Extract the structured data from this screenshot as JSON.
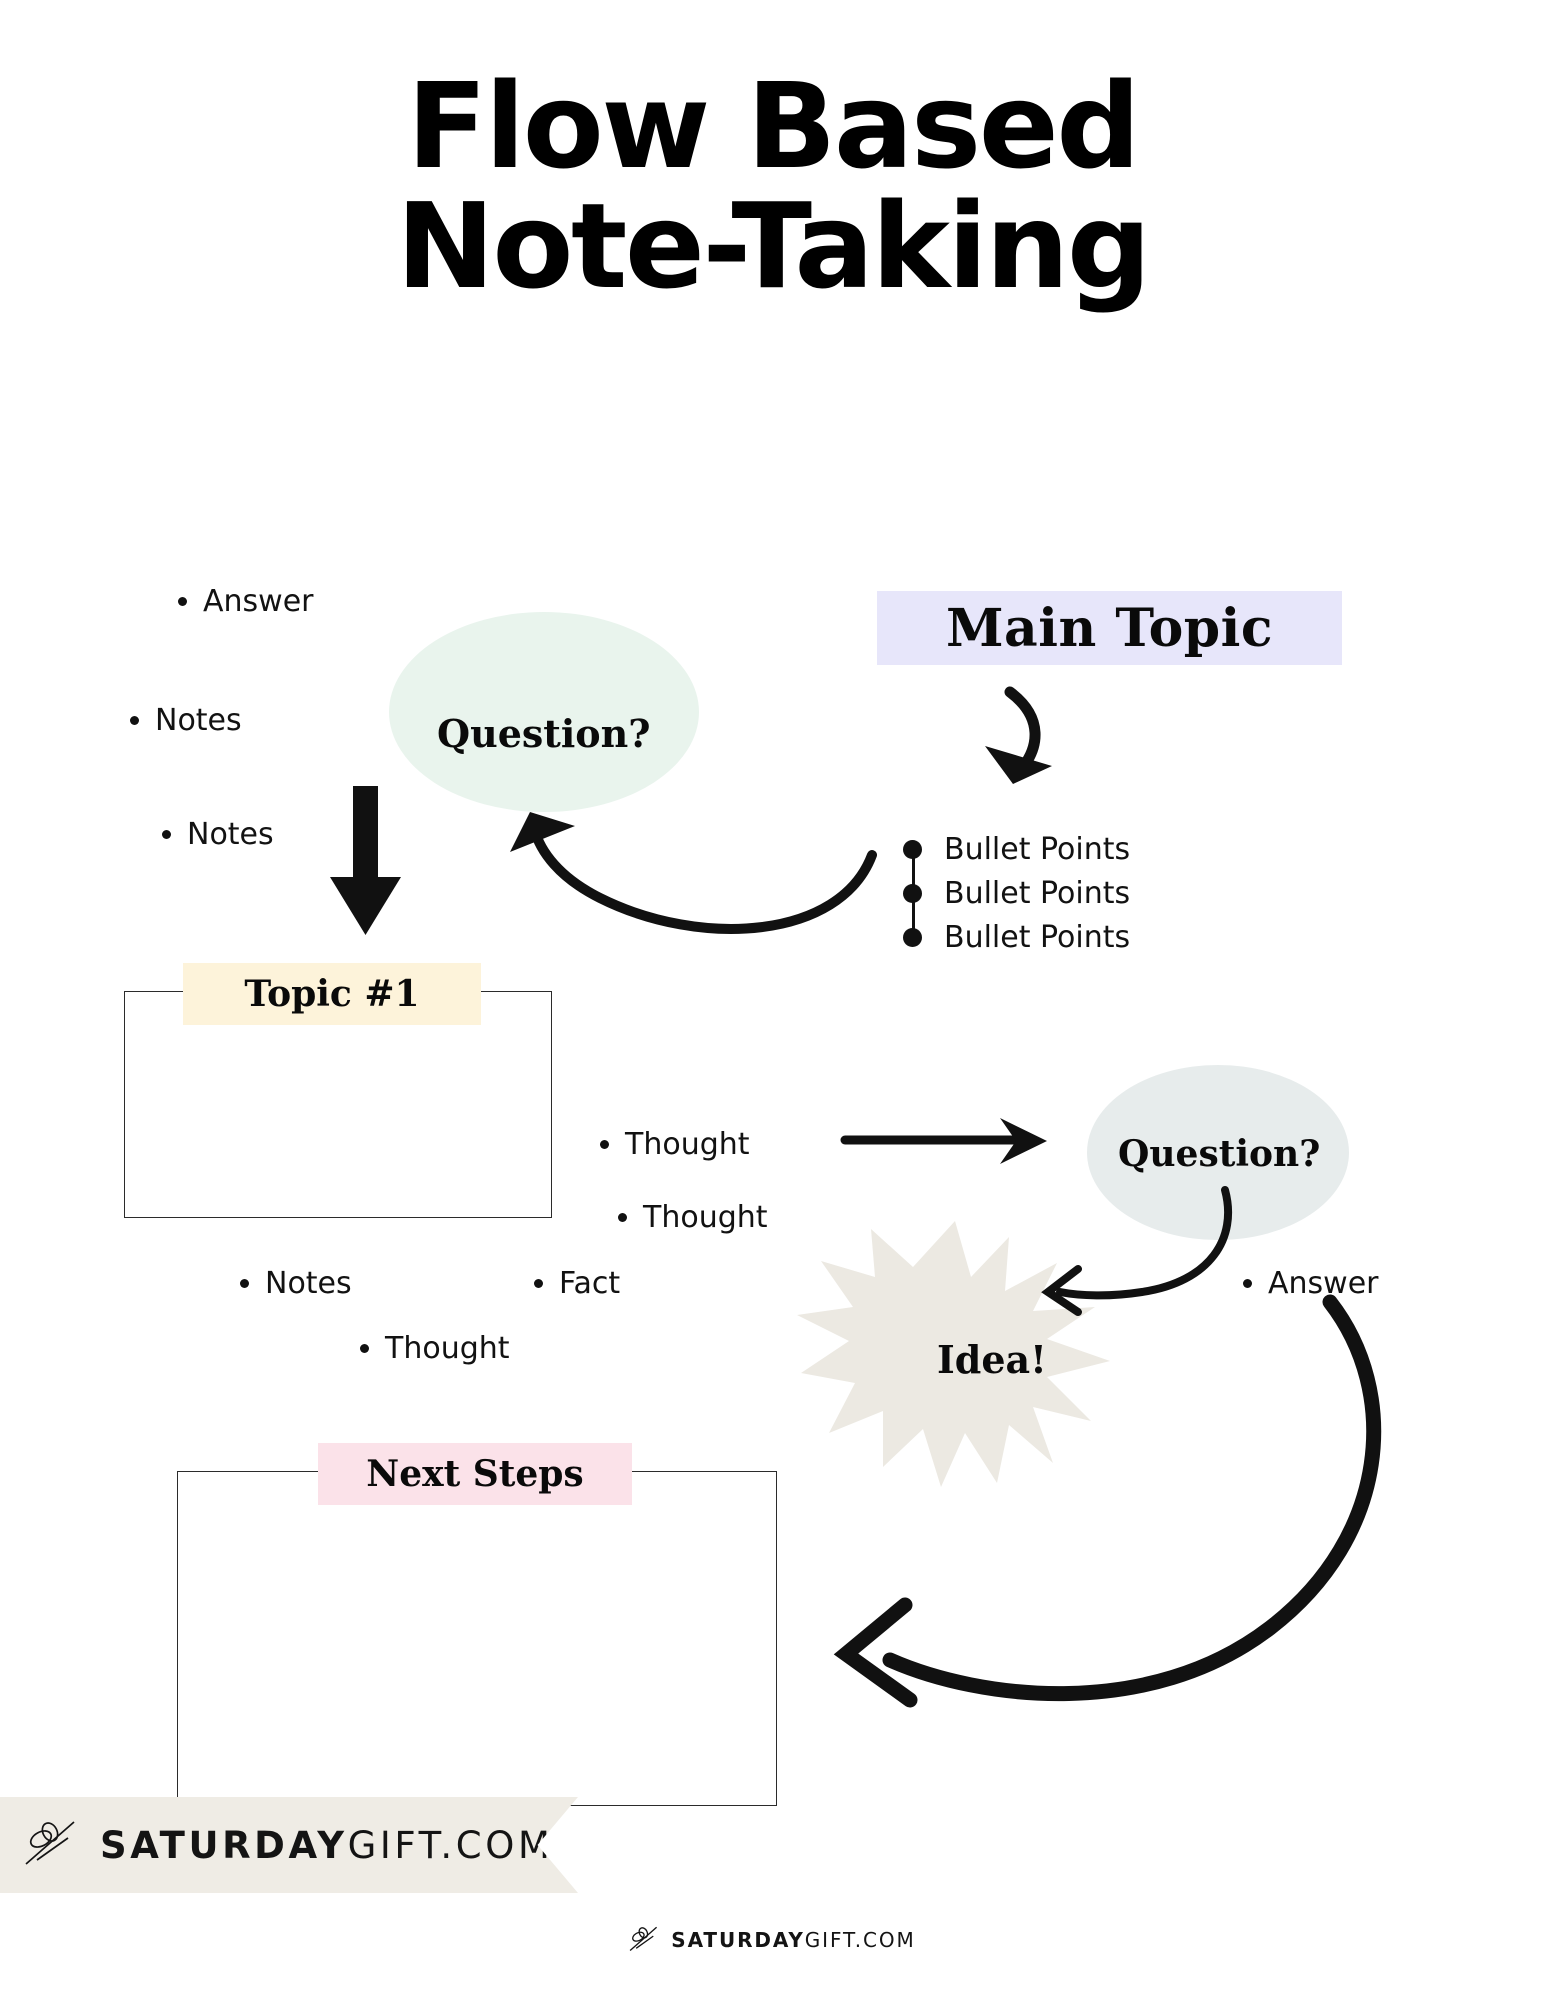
{
  "title": {
    "line1": "Flow Based",
    "line2": "Note-Taking"
  },
  "colors": {
    "main_topic_highlight": "#e7e6fa",
    "topic1_highlight": "#fdf3da",
    "next_steps_highlight": "#fbe2e9",
    "question_blob_1": "#e9f4ed",
    "question_blob_2": "#e7ecec",
    "idea_burst": "#ece9e2",
    "footer_banner": "#efece5",
    "ink": "#111111"
  },
  "main_topic": {
    "label": "Main Topic",
    "bullets": [
      "Bullet Points",
      "Bullet Points",
      "Bullet Points"
    ]
  },
  "left_notes": {
    "answer": "Answer",
    "notes_1": "Notes",
    "notes_2": "Notes"
  },
  "question_1": {
    "label": "Question?"
  },
  "topic1": {
    "label": "Topic #1"
  },
  "mid_notes": {
    "thought_1": "Thought",
    "thought_2": "Thought",
    "notes": "Notes",
    "fact": "Fact",
    "thought_3": "Thought"
  },
  "question_2": {
    "label": "Question?"
  },
  "idea": {
    "label": "Idea!"
  },
  "right_notes": {
    "answer": "Answer"
  },
  "next_steps": {
    "label": "Next Steps"
  },
  "footer": {
    "brand_bold": "SATURDAY",
    "brand_light": "GIFT.COM",
    "icon": "bow-ribbon-icon"
  }
}
